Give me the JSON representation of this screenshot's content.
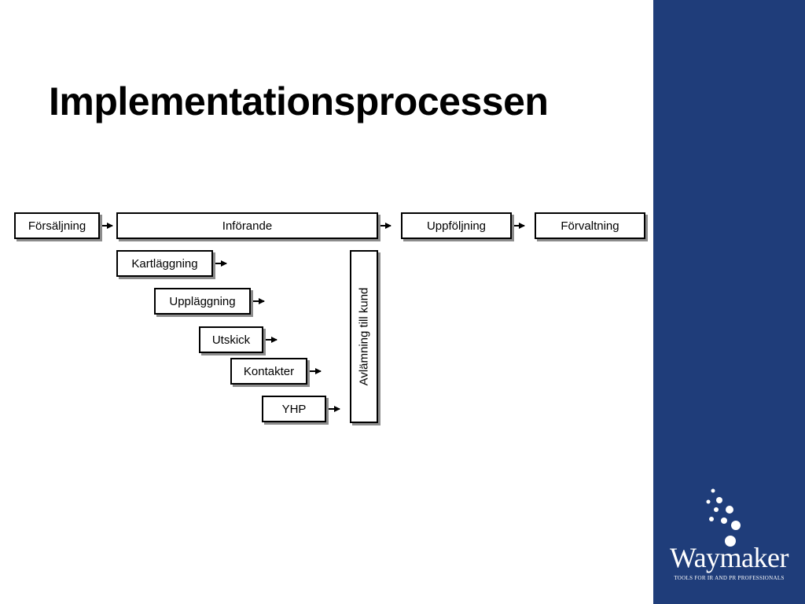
{
  "title": "Implementationsprocessen",
  "main_phases": [
    "Försäljning",
    "Införande",
    "Uppföljning",
    "Förvaltning"
  ],
  "sub_steps": [
    "Kartläggning",
    "Uppläggning",
    "Utskick",
    "Kontakter",
    "YHP"
  ],
  "handover_label": "Avlämning till kund",
  "logo": {
    "name": "Waymaker",
    "tagline": "TOOLS FOR IR AND PR PROFESSIONALS"
  },
  "colors": {
    "sidebar": "#1f3d7a",
    "box_shadow": "#8c8c8c",
    "text": "#000000"
  }
}
